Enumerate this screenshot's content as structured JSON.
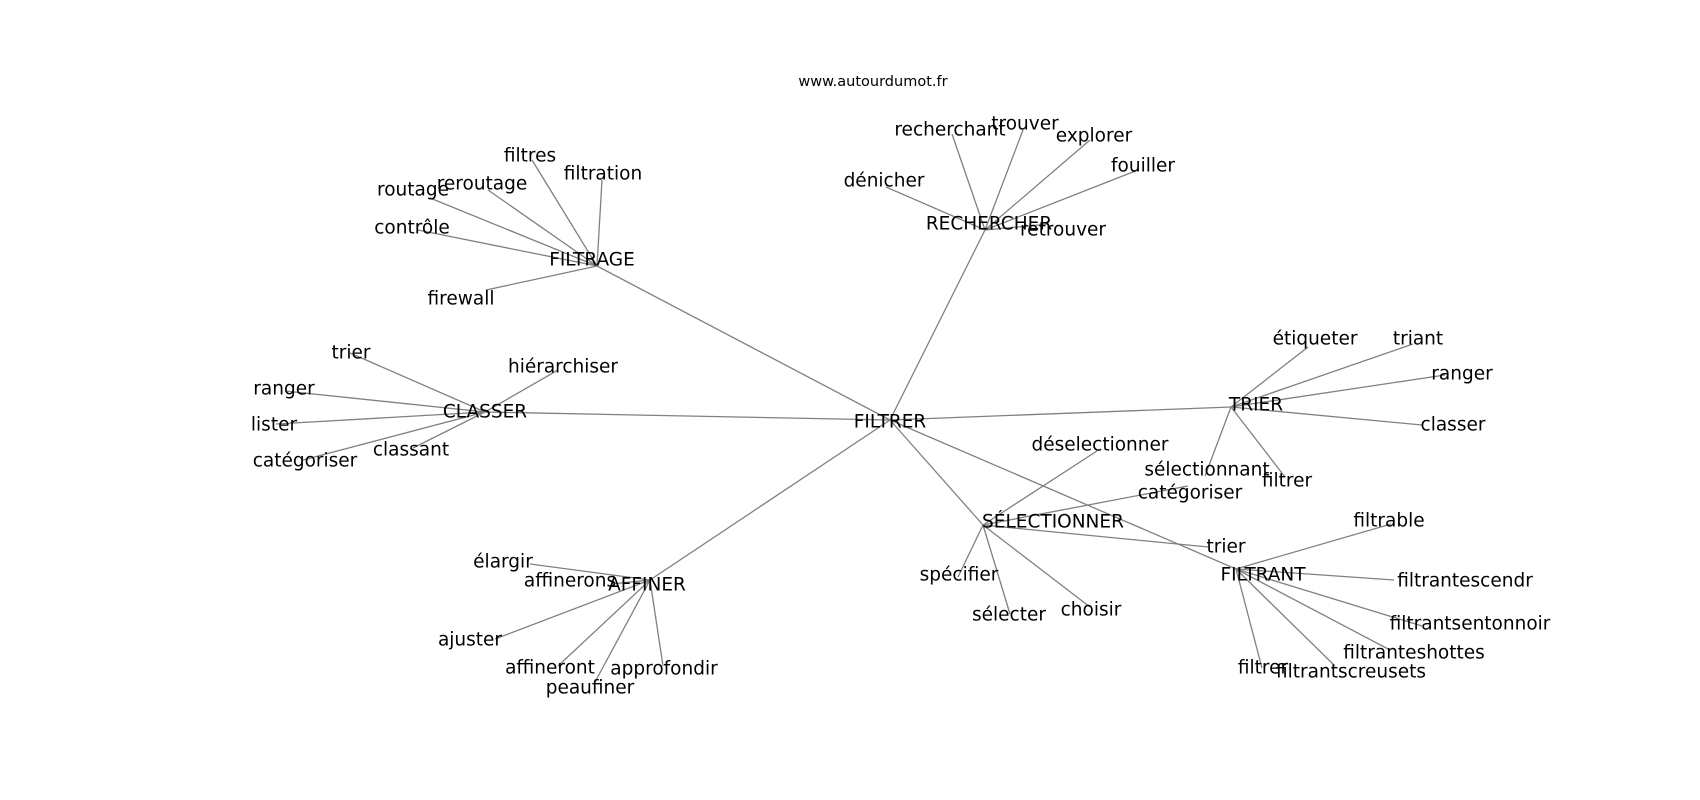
{
  "source": "www.autourdumot.fr",
  "center": "FILTRER",
  "clusters": [
    {
      "id": "filtrage",
      "label": "FILTRAGE",
      "terms": [
        {
          "id": "filtres",
          "label": "filtres"
        },
        {
          "id": "filtration",
          "label": "filtration"
        },
        {
          "id": "reroutage",
          "label": "reroutage"
        },
        {
          "id": "routage",
          "label": "routage"
        },
        {
          "id": "controle",
          "label": "contrôle"
        },
        {
          "id": "firewall",
          "label": "firewall"
        }
      ]
    },
    {
      "id": "rechercher",
      "label": "RECHERCHER",
      "terms": [
        {
          "id": "recherchant",
          "label": "recherchant"
        },
        {
          "id": "trouver",
          "label": "trouver"
        },
        {
          "id": "explorer",
          "label": "explorer"
        },
        {
          "id": "fouiller",
          "label": "fouiller"
        },
        {
          "id": "denicher",
          "label": "dénicher"
        },
        {
          "id": "retrouver",
          "label": "retrouver"
        }
      ]
    },
    {
      "id": "classer",
      "label": "CLASSER",
      "terms": [
        {
          "id": "trier",
          "label": "trier"
        },
        {
          "id": "hierarchiser",
          "label": "hiérarchiser"
        },
        {
          "id": "ranger",
          "label": "ranger"
        },
        {
          "id": "lister",
          "label": "lister"
        },
        {
          "id": "classant",
          "label": "classant"
        },
        {
          "id": "categoriser",
          "label": "catégoriser"
        }
      ]
    },
    {
      "id": "trier",
      "label": "TRIER",
      "terms": [
        {
          "id": "etiqueter",
          "label": "étiqueter"
        },
        {
          "id": "triant",
          "label": "triant"
        },
        {
          "id": "ranger",
          "label": "ranger"
        },
        {
          "id": "classer",
          "label": "classer"
        },
        {
          "id": "filtrer",
          "label": "filtrer"
        },
        {
          "id": "selectionnant",
          "label": "sélectionnant"
        }
      ]
    },
    {
      "id": "selectionner",
      "label": "SÉLECTIONNER",
      "terms": [
        {
          "id": "deselectionner",
          "label": "déselectionner"
        },
        {
          "id": "categoriser",
          "label": "catégoriser"
        },
        {
          "id": "trier",
          "label": "trier"
        },
        {
          "id": "specifier",
          "label": "spécifier"
        },
        {
          "id": "selecter",
          "label": "sélecter"
        },
        {
          "id": "choisir",
          "label": "choisir"
        }
      ]
    },
    {
      "id": "affiner",
      "label": "AFFINER",
      "terms": [
        {
          "id": "elargir",
          "label": "élargir"
        },
        {
          "id": "affinerons",
          "label": "affinerons"
        },
        {
          "id": "ajuster",
          "label": "ajuster"
        },
        {
          "id": "affineront",
          "label": "affineront"
        },
        {
          "id": "peaufiner",
          "label": "peaufiner"
        },
        {
          "id": "approfondir",
          "label": "approfondir"
        }
      ]
    },
    {
      "id": "filtrant",
      "label": "FILTRANT",
      "terms": [
        {
          "id": "filtrable",
          "label": "filtrable"
        },
        {
          "id": "filtrantescendr",
          "label": "filtrantescendr"
        },
        {
          "id": "filtrantsentonnoir",
          "label": "filtrantsentonnoir"
        },
        {
          "id": "filtranteshottes",
          "label": "filtranteshottes"
        },
        {
          "id": "filtrantscreusets",
          "label": "filtrantscreusets"
        },
        {
          "id": "filtrer",
          "label": "filtrer"
        }
      ]
    }
  ]
}
